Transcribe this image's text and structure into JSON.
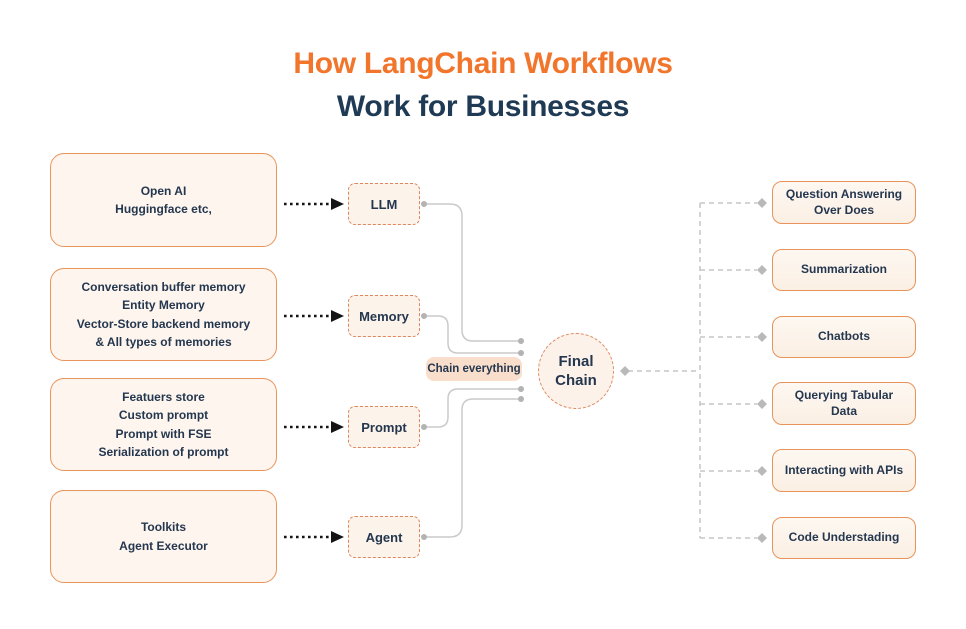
{
  "title": {
    "line1": "How LangChain Workflows",
    "line2": "Work for Businesses"
  },
  "left_boxes": [
    {
      "lines": [
        "Open AI",
        "Huggingface etc,"
      ]
    },
    {
      "lines": [
        "Conversation buffer memory",
        "Entity Memory",
        "Vector-Store backend memory",
        "& All types of memories"
      ]
    },
    {
      "lines": [
        "Featuers store",
        "Custom prompt",
        "Prompt with FSE",
        "Serialization of prompt"
      ]
    },
    {
      "lines": [
        "Toolkits",
        "Agent Executor"
      ]
    }
  ],
  "middle_nodes": [
    {
      "label": "LLM"
    },
    {
      "label": "Memory"
    },
    {
      "label": "Prompt"
    },
    {
      "label": "Agent"
    }
  ],
  "chain_label": "Chain everything",
  "final_chain_label": "Final Chain",
  "right_boxes": [
    {
      "label": "Question Answering Over Does"
    },
    {
      "label": "Summarization"
    },
    {
      "label": "Chatbots"
    },
    {
      "label": "Querying Tabular Data"
    },
    {
      "label": "Interacting with APIs"
    },
    {
      "label": "Code Understading"
    }
  ],
  "colors": {
    "title_orange": "#F2752C",
    "title_navy": "#1F3A54",
    "box_border": "#E8955C",
    "box_fill": "#FDF5EE",
    "dashed_node_border": "#E0855C",
    "chain_label_bg": "#F9DFCB",
    "circle_fill": "#FCF2E9",
    "text_navy": "#24374F",
    "connector_gray": "#C9C9C9",
    "arrow_black": "#141414"
  }
}
